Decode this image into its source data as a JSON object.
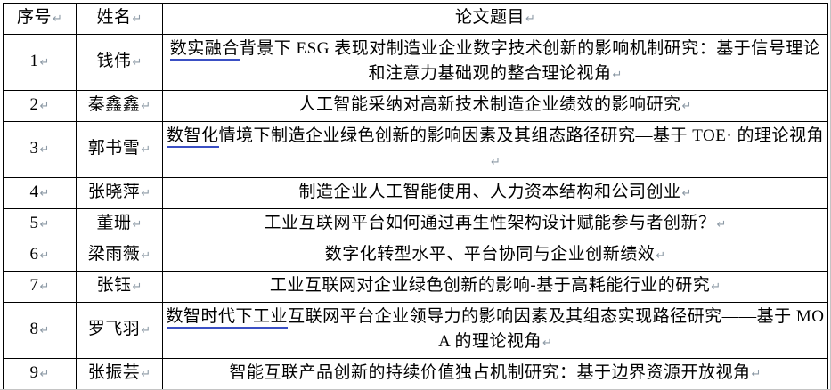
{
  "table": {
    "mark": "↵",
    "colors": {
      "underline": "#3a4fc4",
      "border": "#000000"
    },
    "headers": [
      "序号",
      "姓名",
      "论文题目"
    ],
    "rows": [
      {
        "no": "1",
        "name": "钱伟",
        "title": [
          {
            "t": "数实融合",
            "u": true
          },
          {
            "t": "背景下 ESG 表现对制造业企业数字技术创新的影响机制研究：基于信号理论和注意力基础观的整合理论视角",
            "u": false
          }
        ]
      },
      {
        "no": "2",
        "name": "秦鑫鑫",
        "title": [
          {
            "t": "人工智能采纳对高新技术制造企业绩效的影响研究",
            "u": false
          }
        ]
      },
      {
        "no": "3",
        "name": "郭书雪",
        "title": [
          {
            "t": "数智化",
            "u": true
          },
          {
            "t": "情境下制造企业绿色创新的影响因素及其组态路径研究—基于 TOE· 的理论视角",
            "u": false
          }
        ]
      },
      {
        "no": "4",
        "name": "张晓萍",
        "title": [
          {
            "t": "制造企业人工智能使用、人力资本结构和公司创业",
            "u": false
          }
        ]
      },
      {
        "no": "5",
        "name": "董珊",
        "title": [
          {
            "t": "工业互联网平台如何通过再生性架构设计赋能参与者创新？",
            "u": false
          }
        ]
      },
      {
        "no": "6",
        "name": "梁雨薇",
        "title": [
          {
            "t": "数字化转型水平、平台协同与企业创新绩效",
            "u": false
          }
        ]
      },
      {
        "no": "7",
        "name": "张钰",
        "title": [
          {
            "t": "工业互联网对企业绿色创新的影响-基于高耗能行业的研究",
            "u": false
          }
        ]
      },
      {
        "no": "8",
        "name": "罗飞羽",
        "title": [
          {
            "t": "数智时代下工业",
            "u": true
          },
          {
            "t": "互联网平台企业领导力的影响因素及其组态实现路径研究——基于 MOA 的理论视角",
            "u": false
          }
        ]
      },
      {
        "no": "9",
        "name": "张振芸",
        "title": [
          {
            "t": "智能互联产品创新的持续价值独占机制研究：基于边界资源开放视角",
            "u": false
          }
        ]
      }
    ]
  }
}
